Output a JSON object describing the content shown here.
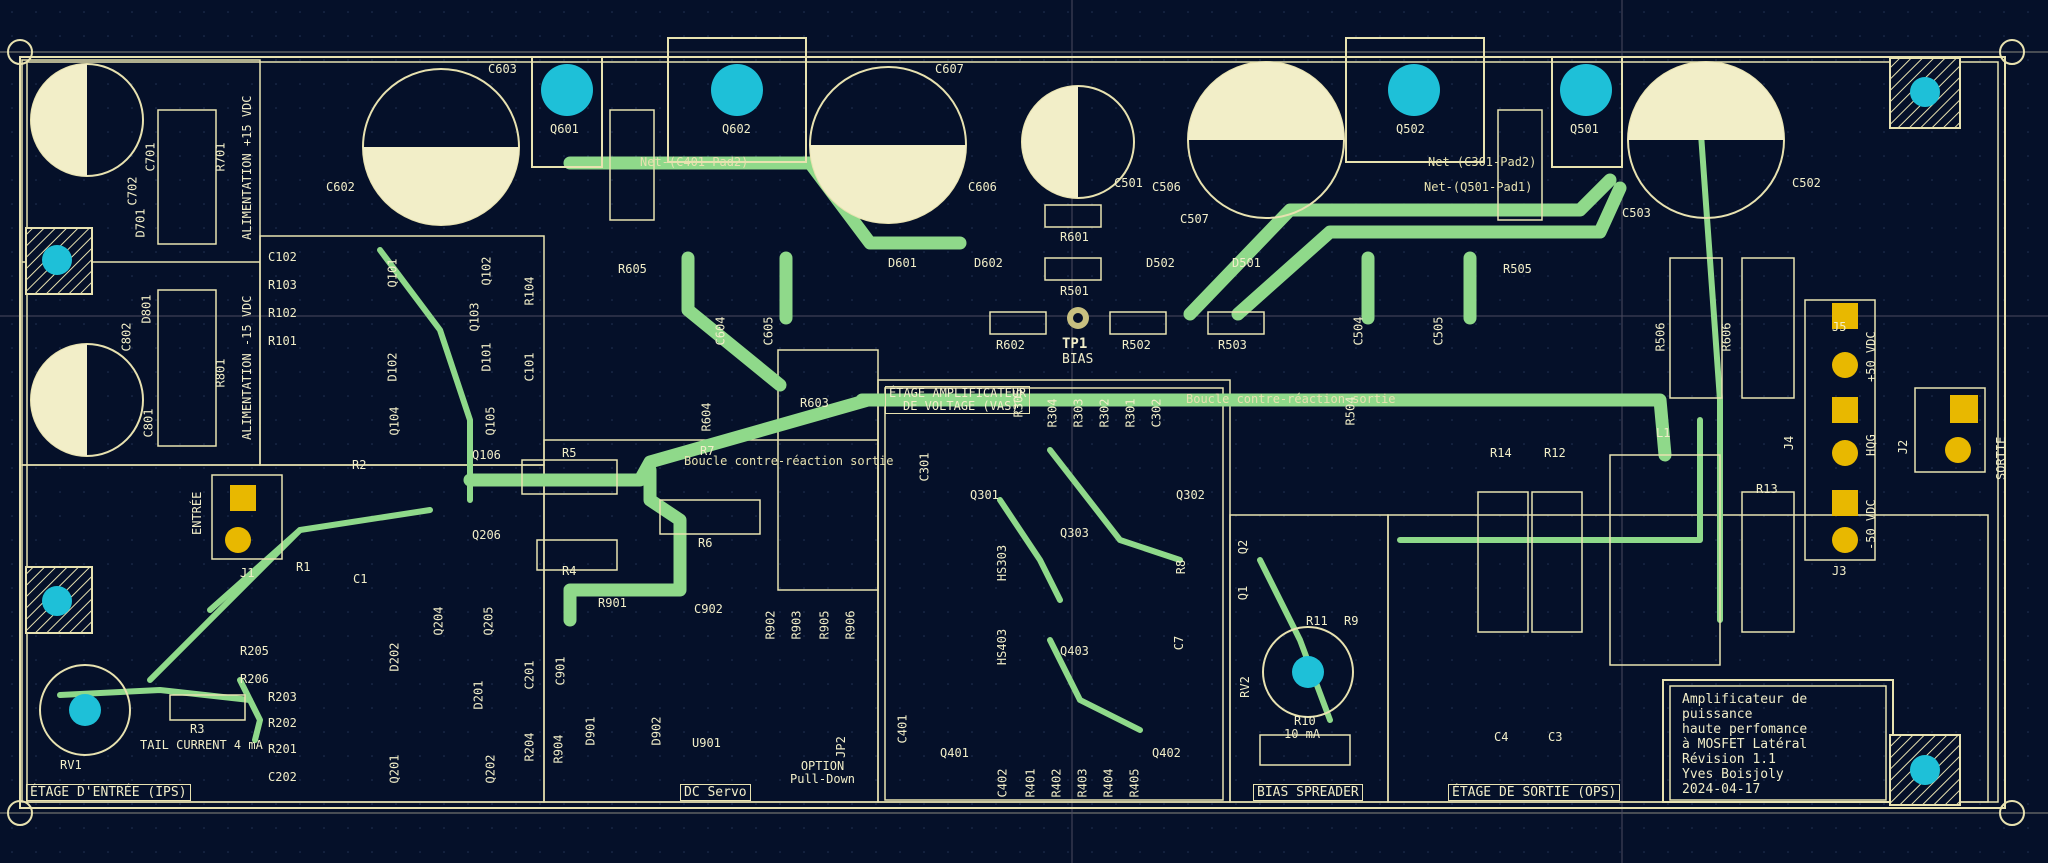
{
  "title_block": {
    "line1": "Amplificateur de puissance",
    "line2": "haute perfomance",
    "line3": "à MOSFET Latéral",
    "line4": "Révision 1.1",
    "line5": "Yves Boisjoly",
    "line6": "2024-04-17"
  },
  "sections": {
    "input_stage": "ÉTAGE D'ENTRÉE (IPS)",
    "dc_servo": "DC Servo",
    "vas_line1": "ÉTAGE AMPLIFICATEUR",
    "vas_line2": "DE VOLTAGE (VAS)",
    "bias_spreader": "BIAS SPREADER",
    "output_stage": "ÉTAGE DE SORTIE (OPS)",
    "supply_pos": "ALIMENTATION +15 VDC",
    "supply_neg": "ALIMENTATION -15 VDC"
  },
  "nets": {
    "c401": "Net-(C401-Pad2)",
    "c301": "Net-(C301-Pad2)",
    "q501": "Net-(Q501-Pad1)",
    "feedback1": "Boucle contre-réaction sortie",
    "feedback2": "Boucle contre-réaction sortie"
  },
  "annotations": {
    "tail_current": "TAIL CURRENT 4 mA",
    "bias_current": "10 mA",
    "option1": "OPTION",
    "option2": "Pull-Down",
    "input_label": "ENTRÉE",
    "output_label": "SORTIE",
    "tp1": "TP1",
    "tp1_sub": "BIAS",
    "plus50": "+50 VDC",
    "hqg": "HQG",
    "minus50": "-50 VDC"
  },
  "refs": {
    "c603": "C603",
    "q601": "Q601",
    "q602": "Q602",
    "c607": "C607",
    "c501": "C501",
    "q502": "Q502",
    "q501": "Q501",
    "c602": "C602",
    "c606": "C606",
    "c506": "C506",
    "c502": "C502",
    "c503": "C503",
    "c507": "C507",
    "r605": "R605",
    "d601": "D601",
    "d602": "D602",
    "r601": "R601",
    "r501": "R501",
    "d502": "D502",
    "d501": "D501",
    "r505": "R505",
    "c604": "C604",
    "c605": "C605",
    "r602": "R602",
    "r502": "R502",
    "r503": "R503",
    "c504": "C504",
    "c505": "C505",
    "r603": "R603",
    "r604": "R604",
    "r504": "R504",
    "r506": "R506",
    "r606": "R606",
    "c701": "C701",
    "r701": "R701",
    "c702": "C702",
    "d701": "D701",
    "d801": "D801",
    "c802": "C802",
    "c801": "C801",
    "r801": "R801",
    "c102": "C102",
    "r103": "R103",
    "r102": "R102",
    "r101": "R101",
    "q101": "Q101",
    "q102": "Q102",
    "q103": "Q103",
    "r104": "R104",
    "d101": "D101",
    "d102": "D102",
    "c101": "C101",
    "q104": "Q104",
    "q105": "Q105",
    "q106": "Q106",
    "q206": "Q206",
    "r2": "R2",
    "r5": "R5",
    "r7": "R7",
    "r6": "R6",
    "r4": "R4",
    "r1": "R1",
    "c1": "C1",
    "j1": "J1",
    "r205": "R205",
    "r206": "R206",
    "r3": "R3",
    "rv1": "RV1",
    "r203": "R203",
    "r202": "R202",
    "r201": "R201",
    "c202": "C202",
    "q204": "Q204",
    "q205": "Q205",
    "d202": "D202",
    "d201": "D201",
    "c201": "C201",
    "q201": "Q201",
    "q202": "Q202",
    "r204": "R204",
    "r901": "R901",
    "c902": "C902",
    "c901": "C901",
    "r902": "R902",
    "r903": "R903",
    "r905": "R905",
    "r906": "R906",
    "r904": "R904",
    "d901": "D901",
    "d902": "D902",
    "u901": "U901",
    "jp2": "JP2",
    "c301": "C301",
    "q301": "Q301",
    "r305": "R305",
    "r304": "R304",
    "r303": "R303",
    "r302": "R302",
    "r301": "R301",
    "c302": "C302",
    "q302": "Q302",
    "hs303": "HS303",
    "q303": "Q303",
    "hs403": "HS403",
    "q403": "Q403",
    "c401": "C401",
    "q401": "Q401",
    "c402": "C402",
    "r401": "R401",
    "r402": "R402",
    "r403": "R403",
    "r404": "R404",
    "r405": "R405",
    "q402": "Q402",
    "r8": "R8",
    "c7": "C7",
    "q2": "Q2",
    "q1": "Q1",
    "r11": "R11",
    "r9": "R9",
    "rv2": "RV2",
    "r10": "R10",
    "r14": "R14",
    "r12": "R12",
    "r13": "R13",
    "c4": "C4",
    "c3": "C3",
    "l1": "L1",
    "j5": "J5",
    "j4": "J4",
    "j3": "J3",
    "j2": "J2"
  },
  "colors": {
    "board": "#051029",
    "silkscreen": "#e8e2b0",
    "copper_pad": "#e8b800",
    "trace": "#8fd98a",
    "mounting_hole": "#1ec0d8"
  }
}
